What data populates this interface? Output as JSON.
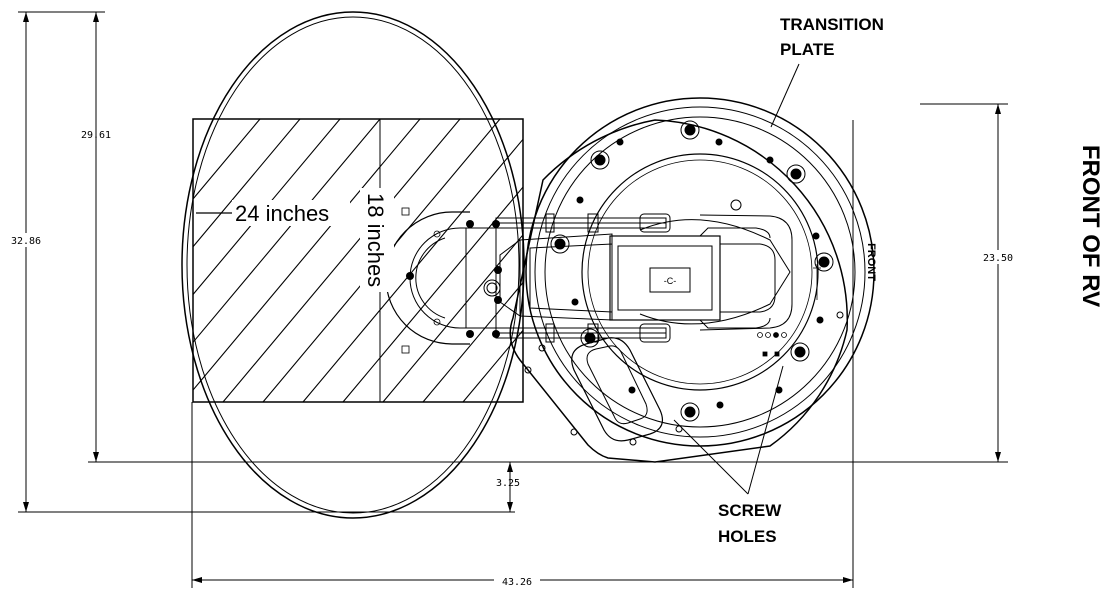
{
  "dimensions": {
    "width_top": "29.61",
    "height_left": "32.86",
    "height_right": "23.50",
    "offset_bottom": "3.25",
    "width_bottom": "43.26"
  },
  "labels": {
    "transition_plate_line1": "TRANSITION",
    "transition_plate_line2": "PLATE",
    "screw_holes_line1": "SCREW",
    "screw_holes_line2": "HOLES",
    "front_of_rv": "FRONT OF RV",
    "front_mark": "FRONT",
    "c_mark": "-C-",
    "width_note": "24 inches",
    "depth_note": "18 inches"
  }
}
